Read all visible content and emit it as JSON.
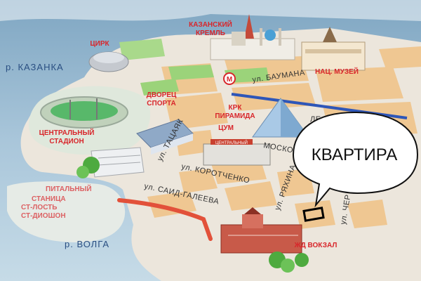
{
  "map": {
    "colors": {
      "water": "#8fb3cc",
      "water_light": "#c9dde9",
      "land": "#ecdcc3",
      "block": "#efc792",
      "park": "#9bd37a",
      "route": "#e2513a",
      "label": "#d8262b",
      "river_label": "#2a4f82",
      "canal": "#2e56b8"
    },
    "rivers": {
      "kazanka": "р. КАЗАНКА",
      "volga": "р. ВОЛГА"
    },
    "landmarks": {
      "circus": "ЦИРК",
      "kremlin_line1": "КАЗАНСКИЙ",
      "kremlin_line2": "КРЕМЛЬ",
      "museum": "НАЦ. МУЗЕЙ",
      "sport_palace_line1": "ДВОРЕЦ",
      "sport_palace_line2": "СПОРТА",
      "stadium_line1": "ЦЕНТРАЛЬНЫЙ",
      "stadium_line2": "СТАДИОН",
      "pyramid_line1": "КРК",
      "pyramid_line2": "ПИРАМИДА",
      "tsum": "ЦУМ",
      "railway_station": "ЖД ВОКЗАЛ",
      "metro": "М",
      "tsum_sign": "ЦЕНТРАЛЬНЫЙ"
    },
    "streets": {
      "baumana": "ул. БАУМАНА",
      "tatarskaya": "ул. ТАЦАЯК",
      "korotchenko": "ул. КОРОТЧЕНКО",
      "said_galeeva": "ул. САИД-ГАЛЕЕВА",
      "ryakhina": "ул. РЯХИНА",
      "moskovskaya": "МОСКО",
      "chern": "ул. ЧЕР",
      "le": "ЛЕ"
    },
    "blurred_lines": [
      "ПИТАЛЬНЫЙ",
      "СТАНИЦА",
      "СТ-ЛОСТЬ",
      "СТ-ДИОШОН"
    ],
    "callout": {
      "text": "КВАРТИРА",
      "marker_icon": "apartment-marker-icon"
    }
  }
}
